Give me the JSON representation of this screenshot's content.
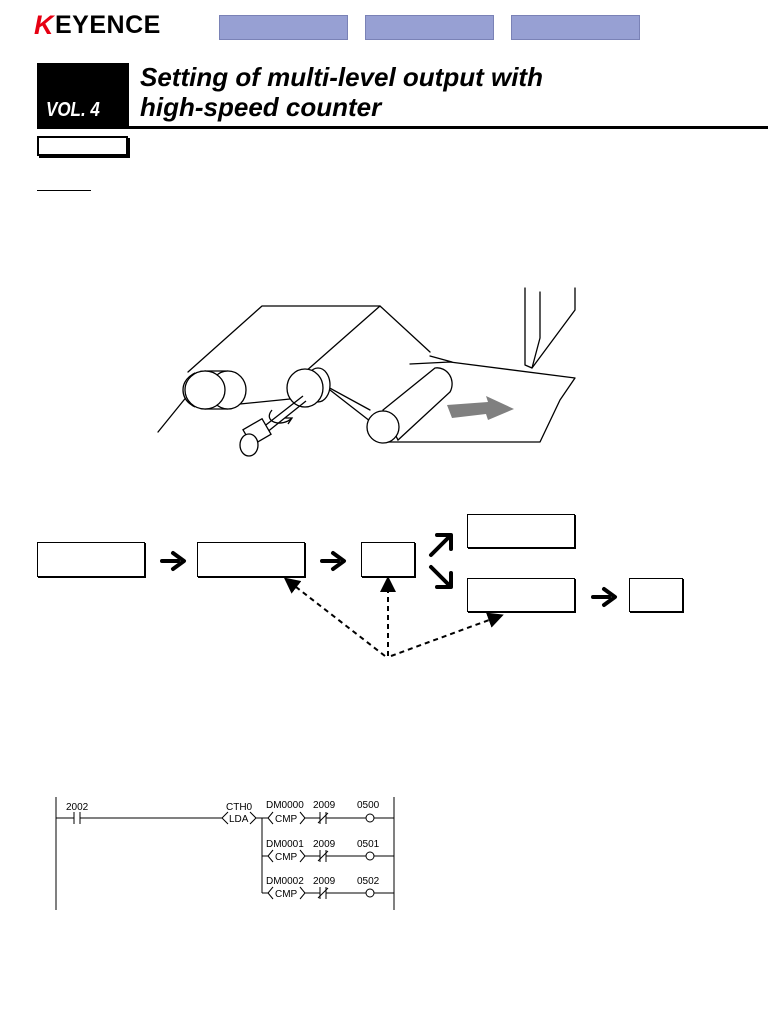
{
  "header": {
    "brand": "KEYENCE",
    "brand_mark": "K",
    "brand_rest": "EYENCE",
    "nav_tabs": [
      "",
      "",
      ""
    ],
    "colors": {
      "brand_red": "#e60012",
      "tab_fill": "#97a0d3"
    }
  },
  "volume": {
    "label": "VOL. 4"
  },
  "title": {
    "line1": "Setting of multi-level output with",
    "line2": "high-speed counter"
  },
  "illustration": {
    "flow_arrow_color": "#808080"
  },
  "flow": {
    "arrow_glyph": "➔",
    "boxes": [
      "",
      "",
      "",
      "",
      "",
      ""
    ]
  },
  "ladder": {
    "input_contact": "2002",
    "counter": "CTH0",
    "load_instruction": "LDA",
    "rows": [
      {
        "dm": "DM0000",
        "cmp": "CMP",
        "relay": "2009",
        "output": "0500"
      },
      {
        "dm": "DM0001",
        "cmp": "CMP",
        "relay": "2009",
        "output": "0501"
      },
      {
        "dm": "DM0002",
        "cmp": "CMP",
        "relay": "2009",
        "output": "0502"
      }
    ]
  }
}
